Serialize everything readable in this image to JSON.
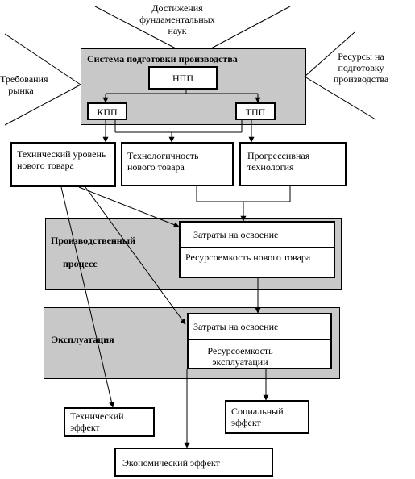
{
  "outer": {
    "top": "Достижения фундаментальных наук",
    "left": "Требования рынка",
    "right": "Ресурсы на подготовку производства"
  },
  "system": {
    "title": "Система подготовки производства",
    "npp": "НПП",
    "kpp": "КПП",
    "tpp": "ТПП"
  },
  "tech_level": "Технический уровень нового товара",
  "manufacturability": "Технологичность нового товара",
  "progressive_tech": "Прогрессивная технология",
  "production": {
    "title_line1": "Производственный",
    "title_line2": "процесс",
    "cost": "Затраты на освоение",
    "resource": "Ресурсоемкость нового товара"
  },
  "operation": {
    "title": "Эксплуатация",
    "cost": "Затраты на освоение",
    "resource": "Ресурсоемкость эксплуатации"
  },
  "tech_effect": "Технический эффект",
  "social_effect": "Социальный эффект",
  "econ_effect": "Экономический эффект"
}
